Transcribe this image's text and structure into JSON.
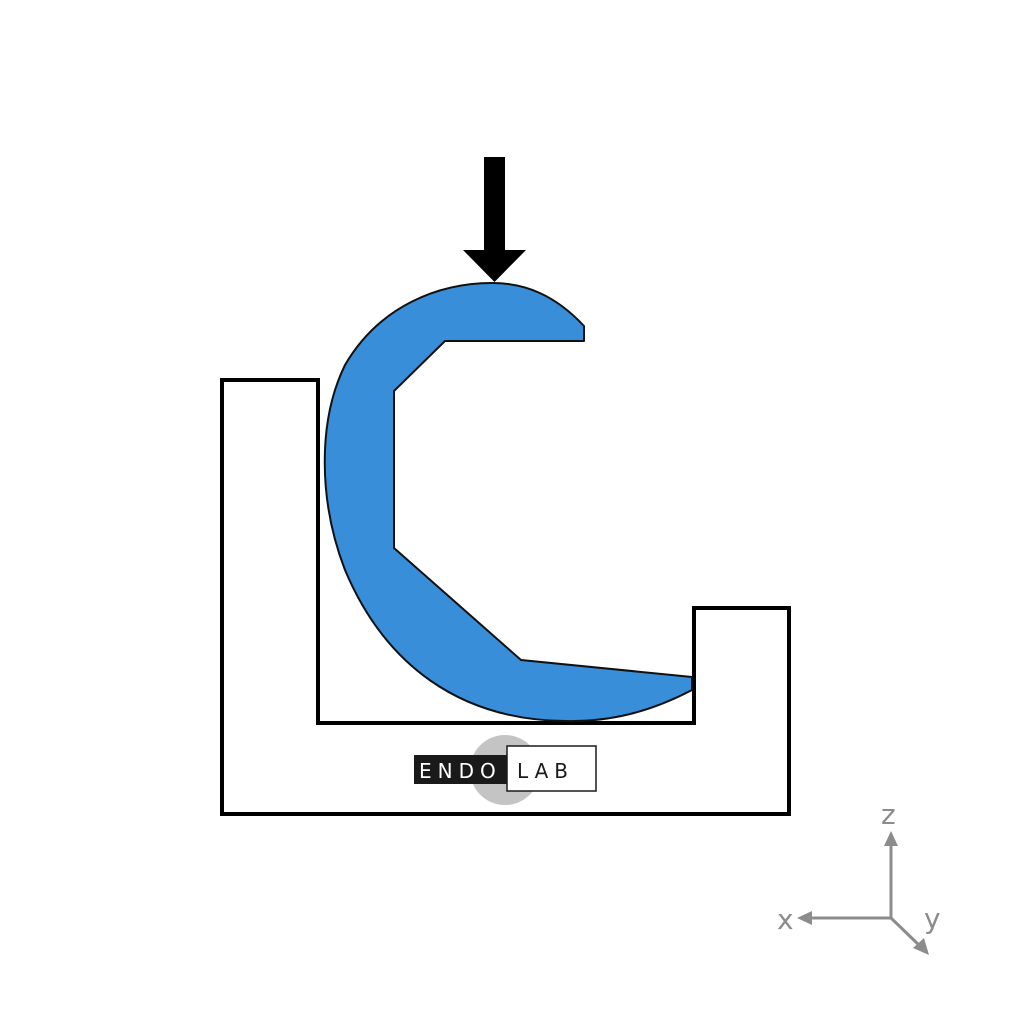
{
  "diagram": {
    "type": "mechanical-test-setup",
    "colors": {
      "specimen_fill": "#398ed9",
      "specimen_stroke": "#111111",
      "fixture_stroke": "#000000",
      "arrow": "#000000",
      "axis": "#8c8c8c",
      "logo_circle": "#c4c4c4"
    },
    "load_arrow": {
      "direction": "down"
    },
    "logo": {
      "left_text": "ENDO",
      "right_text": "LAB"
    },
    "axes": {
      "x_label": "x",
      "y_label": "y",
      "z_label": "z"
    }
  }
}
